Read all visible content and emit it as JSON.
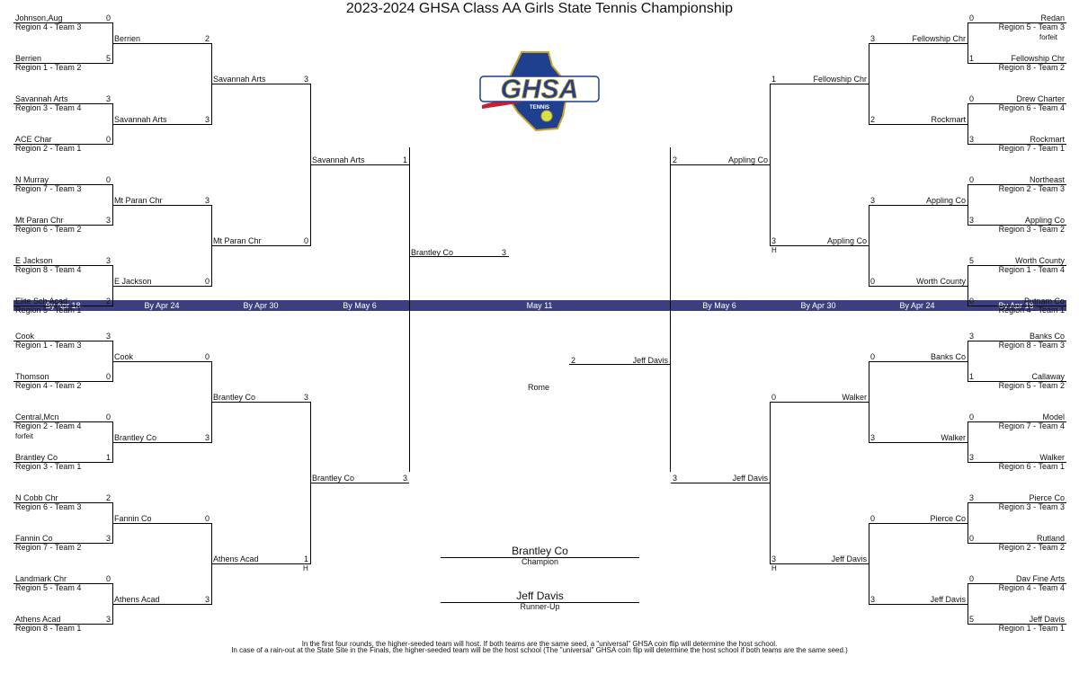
{
  "title": "2023-2024 GHSA Class AA Girls State Tennis Championship",
  "colors": {
    "band": "#3b3f80",
    "logo_blue": "#1f3f8f",
    "logo_red": "#c8202f",
    "logo_gold": "#c9a227"
  },
  "logo": {
    "text": "GHSA",
    "subtext": "TENNIS"
  },
  "rounds": {
    "left": [
      "By Apr 18",
      "By Apr 24",
      "By Apr 30",
      "By May 6"
    ],
    "center": "May 11",
    "right": [
      "By May 6",
      "By Apr 30",
      "By Apr 24",
      "By Apr 18"
    ]
  },
  "left_top": {
    "r1": [
      {
        "name": "Johnson,Aug",
        "seed": "Region 4 - Team 3",
        "score": "0"
      },
      {
        "name": "Berrien",
        "seed": "Region 1 - Team 2",
        "score": "5"
      },
      {
        "name": "Savannah Arts",
        "seed": "Region 3 - Team 4",
        "score": "3"
      },
      {
        "name": "ACE Char",
        "seed": "Region 2 - Team 1",
        "score": "0"
      },
      {
        "name": "N Murray",
        "seed": "Region 7 - Team 3",
        "score": "0"
      },
      {
        "name": "Mt Paran Chr",
        "seed": "Region 6 - Team 2",
        "score": "3"
      },
      {
        "name": "E Jackson",
        "seed": "Region 8 - Team 4",
        "score": "3"
      },
      {
        "name": "Elite Sch Acad",
        "seed": "Region 5 - Team 1",
        "score": "2"
      }
    ],
    "r2": [
      {
        "name": "Berrien",
        "score": "2"
      },
      {
        "name": "Savannah Arts",
        "score": "3"
      },
      {
        "name": "Mt Paran Chr",
        "score": "3"
      },
      {
        "name": "E Jackson",
        "score": "0"
      }
    ],
    "r3": [
      {
        "name": "Savannah Arts",
        "score": "3"
      },
      {
        "name": "Mt Paran Chr",
        "score": "0"
      }
    ],
    "r4": {
      "name": "Savannah Arts",
      "score": "1"
    }
  },
  "left_bottom": {
    "r1": [
      {
        "name": "Cook",
        "seed": "Region 1 - Team 3",
        "score": "3"
      },
      {
        "name": "Thomson",
        "seed": "Region 4 - Team 2",
        "score": "0"
      },
      {
        "name": "Central,Mcn",
        "seed": "Region 2 - Team 4",
        "score": "0",
        "note": "forfeit"
      },
      {
        "name": "Brantley Co",
        "seed": "Region 3 - Team 1",
        "score": "1"
      },
      {
        "name": "N Cobb Chr",
        "seed": "Region 6 - Team 3",
        "score": "2"
      },
      {
        "name": "Fannin Co",
        "seed": "Region 7 - Team 2",
        "score": "3"
      },
      {
        "name": "Landmark Chr",
        "seed": "Region 5 - Team 4",
        "score": "0"
      },
      {
        "name": "Athens Acad",
        "seed": "Region 8 - Team 1",
        "score": "3"
      }
    ],
    "r2": [
      {
        "name": "Cook",
        "score": "0"
      },
      {
        "name": "Brantley Co",
        "score": "3"
      },
      {
        "name": "Fannin Co",
        "score": "0"
      },
      {
        "name": "Athens Acad",
        "score": "3"
      }
    ],
    "r3": [
      {
        "name": "Brantley Co",
        "score": "3"
      },
      {
        "name": "Athens Acad",
        "score": "1",
        "host": "H"
      }
    ],
    "r4": {
      "name": "Brantley Co",
      "score": "3"
    }
  },
  "right_top": {
    "r1": [
      {
        "name": "Redan",
        "seed": "Region 5 - Team 3",
        "score": "0",
        "note": "forfeit"
      },
      {
        "name": "Fellowship Chr",
        "seed": "Region 8 - Team 2",
        "score": "1"
      },
      {
        "name": "Drew Charter",
        "seed": "Region 6 - Team 4",
        "score": "0"
      },
      {
        "name": "Rockmart",
        "seed": "Region 7 - Team 1",
        "score": "3"
      },
      {
        "name": "Northeast",
        "seed": "Region 2 - Team 3",
        "score": "0"
      },
      {
        "name": "Appling Co",
        "seed": "Region 3 - Team 2",
        "score": "3"
      },
      {
        "name": "Worth County",
        "seed": "Region 1 - Team 4",
        "score": "5"
      },
      {
        "name": "Putnam Co",
        "seed": "Region 4 - Team 1",
        "score": "0"
      }
    ],
    "r2": [
      {
        "name": "Fellowship Chr",
        "score": "3"
      },
      {
        "name": "Rockmart",
        "score": "2"
      },
      {
        "name": "Appling Co",
        "score": "3"
      },
      {
        "name": "Worth County",
        "score": "0"
      }
    ],
    "r3": [
      {
        "name": "Fellowship Chr",
        "score": "1"
      },
      {
        "name": "Appling Co",
        "score": "3",
        "host": "H"
      }
    ],
    "r4": {
      "name": "Appling Co",
      "score": "2"
    }
  },
  "right_bottom": {
    "r1": [
      {
        "name": "Banks Co",
        "seed": "Region 8 - Team 3",
        "score": "3"
      },
      {
        "name": "Callaway",
        "seed": "Region 5 - Team 2",
        "score": "1"
      },
      {
        "name": "Model",
        "seed": "Region 7 - Team 4",
        "score": "0"
      },
      {
        "name": "Walker",
        "seed": "Region 6 - Team 1",
        "score": "3"
      },
      {
        "name": "Pierce Co",
        "seed": "Region 3 - Team 3",
        "score": "3"
      },
      {
        "name": "Rutland",
        "seed": "Region 2 - Team 2",
        "score": "0"
      },
      {
        "name": "Dav Fine Arts",
        "seed": "Region 4 - Team 4",
        "score": "0"
      },
      {
        "name": "Jeff Davis",
        "seed": "Region 1 - Team 1",
        "score": "5"
      }
    ],
    "r2": [
      {
        "name": "Banks Co",
        "score": "0"
      },
      {
        "name": "Walker",
        "score": "3"
      },
      {
        "name": "Pierce Co",
        "score": "0"
      },
      {
        "name": "Jeff Davis",
        "score": "3"
      }
    ],
    "r3": [
      {
        "name": "Walker",
        "score": "0"
      },
      {
        "name": "Jeff Davis",
        "score": "3",
        "host": "H"
      }
    ],
    "r4": {
      "name": "Jeff Davis",
      "score": "3"
    }
  },
  "finals": {
    "left": {
      "name": "Brantley Co",
      "score": "3"
    },
    "right": {
      "name": "Jeff Davis",
      "score": "2"
    },
    "site": "Rome"
  },
  "champion": {
    "name": "Brantley Co",
    "label": "Champion"
  },
  "runner_up": {
    "name": "Jeff Davis",
    "label": "Runner-Up"
  },
  "footer": [
    "In the first four rounds, the higher-seeded team will host.  If both teams are the same seed, a \"universal\" GHSA coin flip will determine the host school.",
    "In case of a rain-out at the State Site in the Finals, the higher-seeded team will be the host school (The \"universal\" GHSA coin flip will determine the host school if both teams are the same seed.)"
  ]
}
